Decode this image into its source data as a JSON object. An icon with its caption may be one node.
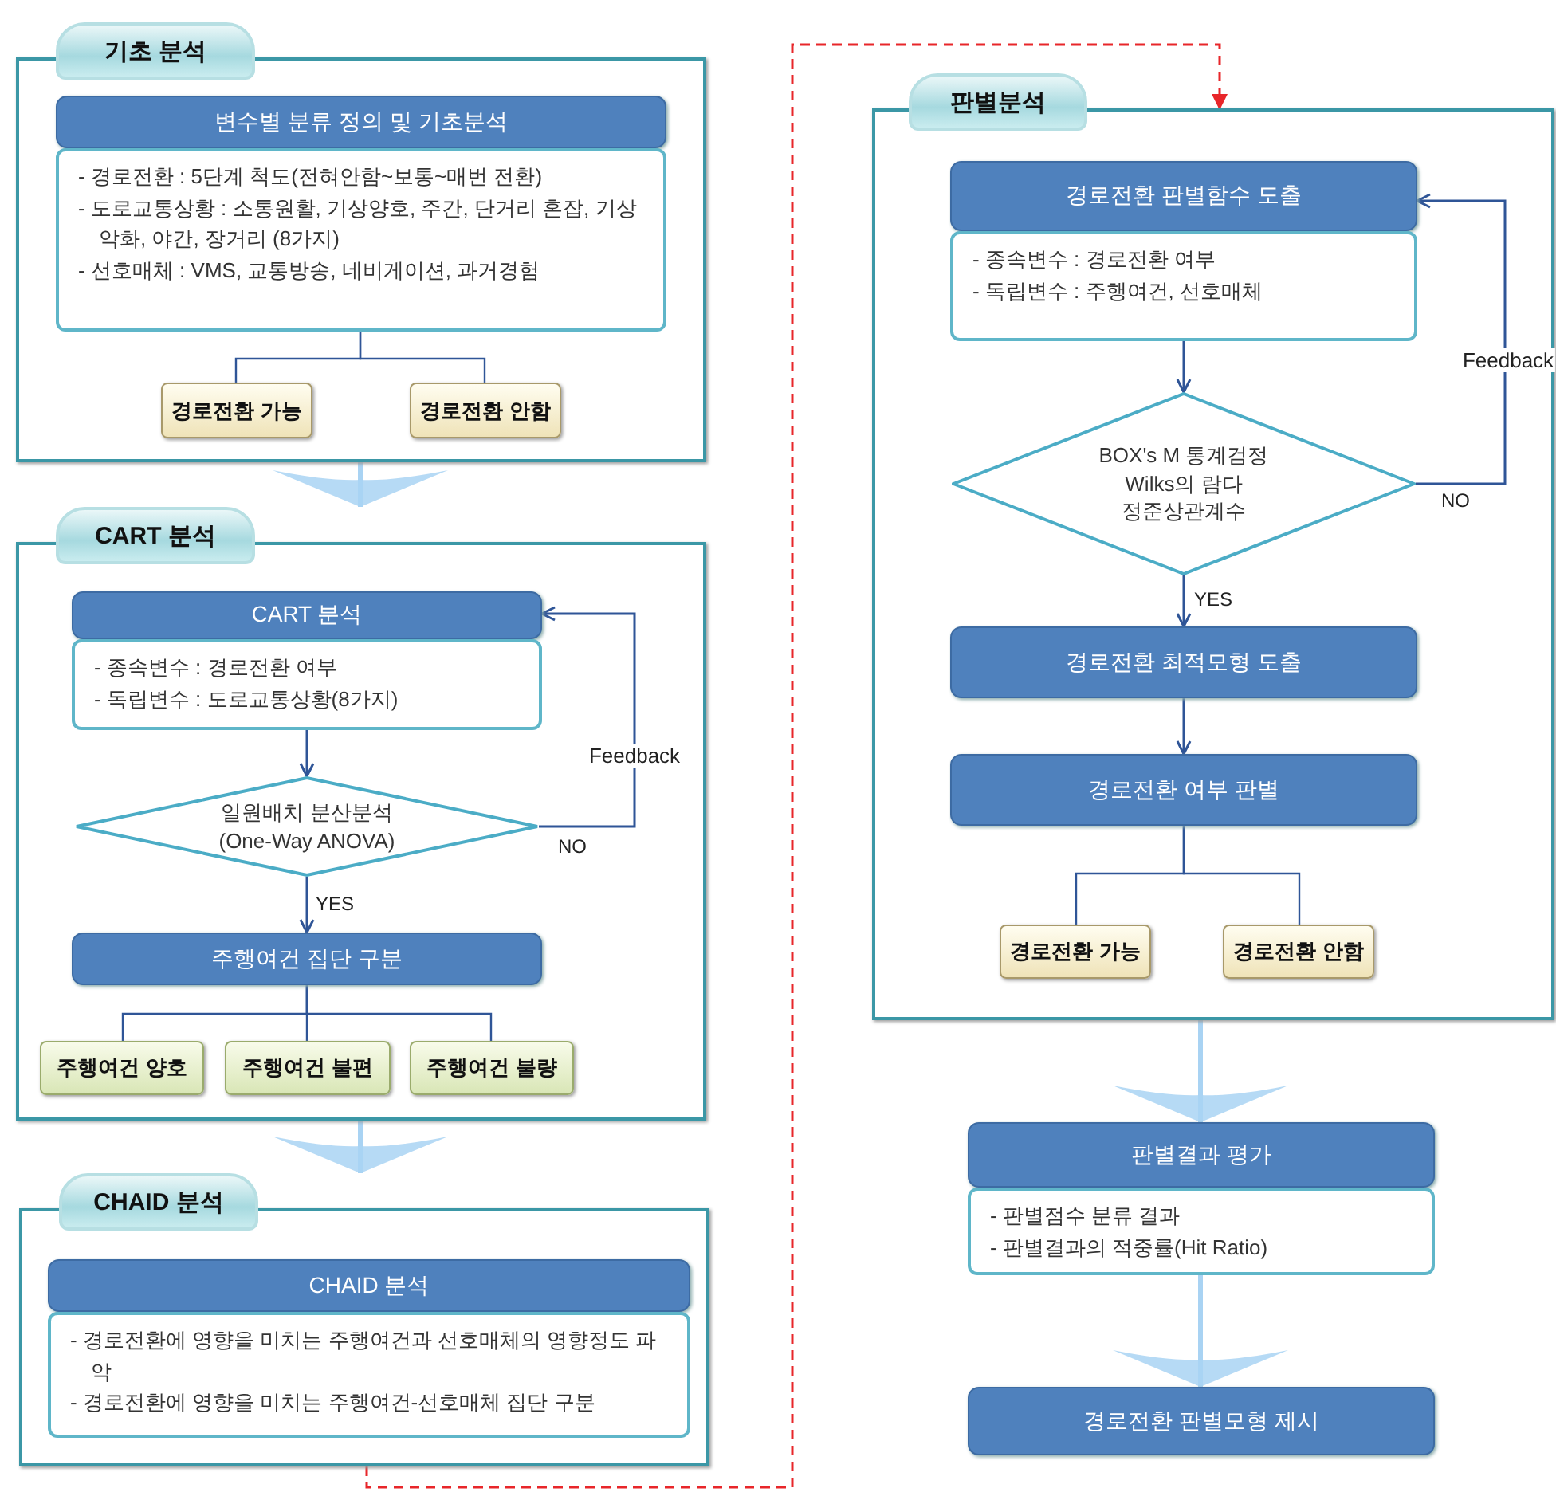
{
  "diagram": {
    "nodes": [
      {
        "text": [
          "기초 분석"
        ]
      },
      {
        "text": [
          "변수별 분류 정의 및 기초분석",
          "- 경로전환 : 5단계 척도(전혀안함~보통~매번 전환)",
          "- 도로교통상황 : 소통원활, 기상양호, 주간, 단거리 혼잡, 기상악화, 야간, 장거리 (8가지)",
          "- 선호매체 : VMS, 교통방송, 네비게이션, 과거경험"
        ],
        "in": 0
      },
      {
        "text": [
          "경로전환 가능"
        ],
        "in": 0
      },
      {
        "text": [
          "경로전환 안함"
        ],
        "in": 0
      },
      {
        "text": [
          "CART 분석"
        ]
      },
      {
        "text": [
          "CART 분석",
          "- 종속변수 : 경로전환 여부",
          "- 독립변수 : 도로교통상황(8가지)"
        ],
        "in": 4
      },
      {
        "text": [
          "일원배치 분산분석",
          "(One-Way ANOVA)"
        ],
        "in": 4
      },
      {
        "text": [
          "주행여건 집단 구분"
        ],
        "in": 4
      },
      {
        "text": [
          "주행여건 양호"
        ],
        "in": 4
      },
      {
        "text": [
          "주행여건 불편"
        ],
        "in": 4
      },
      {
        "text": [
          "주행여건 불량"
        ],
        "in": 4
      },
      {
        "text": [
          "CHAID 분석"
        ]
      },
      {
        "text": [
          "CHAID 분석",
          "- 경로전환에 영향을 미치는 주행여건과 선호매체의 영향정도 파악",
          "- 경로전환에 영향을 미치는 주행여건-선호매체 집단 구분"
        ],
        "in": 11
      },
      {
        "text": [
          "판별분석"
        ]
      },
      {
        "text": [
          "경로전환 판별함수 도출",
          "- 종속변수 : 경로전환 여부",
          "- 독립변수 : 주행여건, 선호매체"
        ],
        "in": 13
      },
      {
        "text": [
          "BOX's M 통계검정",
          "Wilks의 람다",
          "정준상관계수"
        ],
        "in": 13
      },
      {
        "text": [
          "경로전환 최적모형 도출"
        ],
        "in": 13
      },
      {
        "text": [
          "경로전환 여부 판별"
        ],
        "in": 13
      },
      {
        "text": [
          "경로전환 가능"
        ],
        "in": 13
      },
      {
        "text": [
          "경로전환 안함"
        ],
        "in": 13
      },
      {
        "text": [
          "판별결과 평가",
          "- 판별점수 분류 결과",
          "- 판별결과의 적중률(Hit Ratio)"
        ]
      },
      {
        "text": [
          "경로전환 판별모형 제시"
        ]
      }
    ],
    "edges": [
      {
        "from": 0,
        "to": 4,
        "arrow": "to",
        "style": "thick",
        "color": "#a9d3f3"
      },
      {
        "from": 1,
        "to": 2,
        "arrow": "none"
      },
      {
        "from": 1,
        "to": 3,
        "arrow": "none"
      },
      {
        "from": 4,
        "to": 11,
        "arrow": "to",
        "style": "thick",
        "color": "#a9d3f3"
      },
      {
        "from": 5,
        "to": 6,
        "arrow": "to"
      },
      {
        "from": 6,
        "to": 5,
        "arrow": "to",
        "label": "NO"
      },
      {
        "from": 6,
        "to": 7,
        "arrow": "to",
        "label": "YES"
      },
      {
        "from": 7,
        "to": 8,
        "arrow": "none"
      },
      {
        "from": 7,
        "to": 9,
        "arrow": "none"
      },
      {
        "from": 7,
        "to": 10,
        "arrow": "none"
      },
      {
        "from": 11,
        "to": 13,
        "arrow": "to",
        "style": "dashed",
        "color": "#e8262a"
      },
      {
        "from": 14,
        "to": 15,
        "arrow": "to"
      },
      {
        "from": 15,
        "to": 14,
        "arrow": "to",
        "label": "NO"
      },
      {
        "from": 15,
        "to": 16,
        "arrow": "to",
        "label": "YES"
      },
      {
        "from": 16,
        "to": 17,
        "arrow": "to"
      },
      {
        "from": 17,
        "to": 18,
        "arrow": "none"
      },
      {
        "from": 17,
        "to": 19,
        "arrow": "none"
      },
      {
        "from": 13,
        "to": 20,
        "arrow": "to",
        "style": "thick",
        "color": "#a9d3f3"
      },
      {
        "from": 20,
        "to": 21,
        "arrow": "to",
        "style": "thick",
        "color": "#a9d3f3"
      }
    ],
    "labels": [
      "Feedback",
      "Feedback"
    ]
  }
}
